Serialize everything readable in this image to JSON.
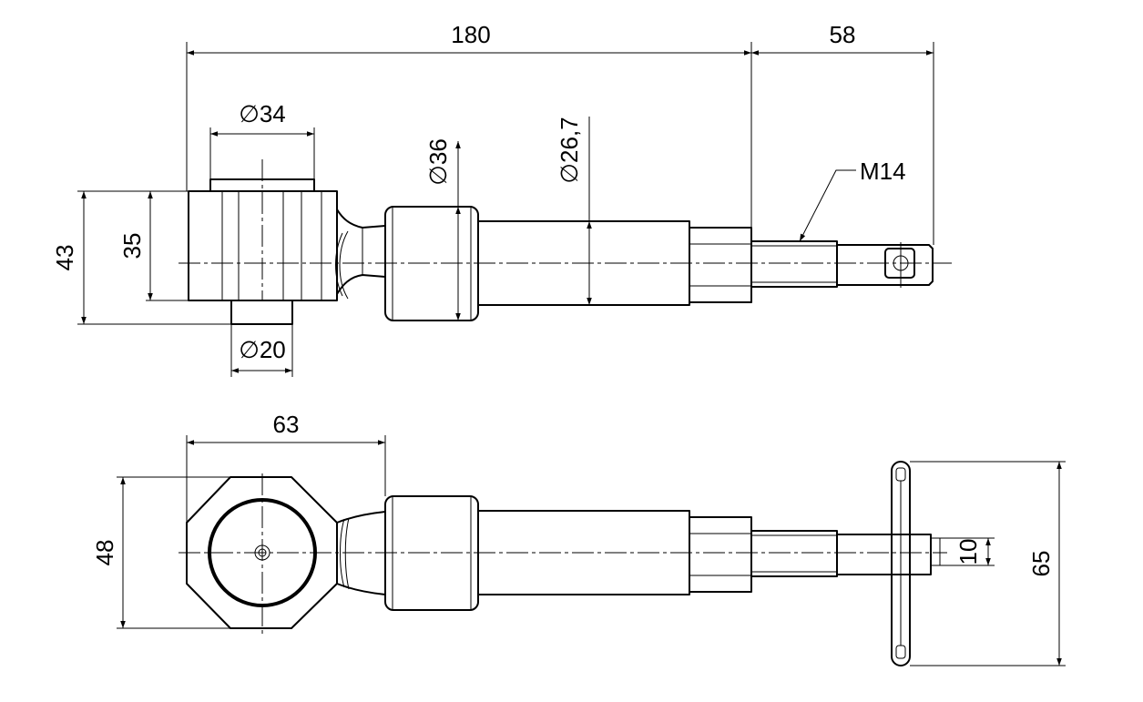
{
  "dimensions": {
    "overall_length": "180",
    "tip_length": "58",
    "head_diameter": "∅34",
    "collar_diameter": "∅36",
    "shaft_diameter": "∅26,7",
    "thread": "M14",
    "head_height_outer": "43",
    "head_height_inner": "35",
    "spigot_diameter": "∅20",
    "head_width": "63",
    "head_depth": "48",
    "tip_width": "10",
    "handle_length": "65"
  }
}
